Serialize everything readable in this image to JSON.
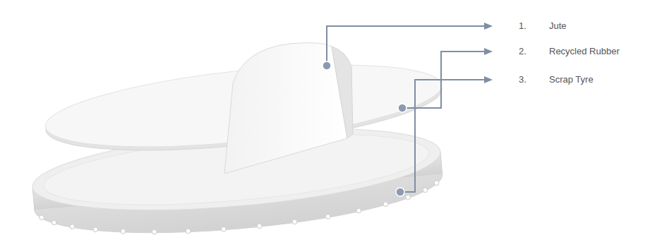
{
  "diagram": {
    "labels": [
      "1.",
      "Jute",
      "2.",
      "Recycled Rubber",
      "3.",
      "Scrap Tyre"
    ]
  }
}
